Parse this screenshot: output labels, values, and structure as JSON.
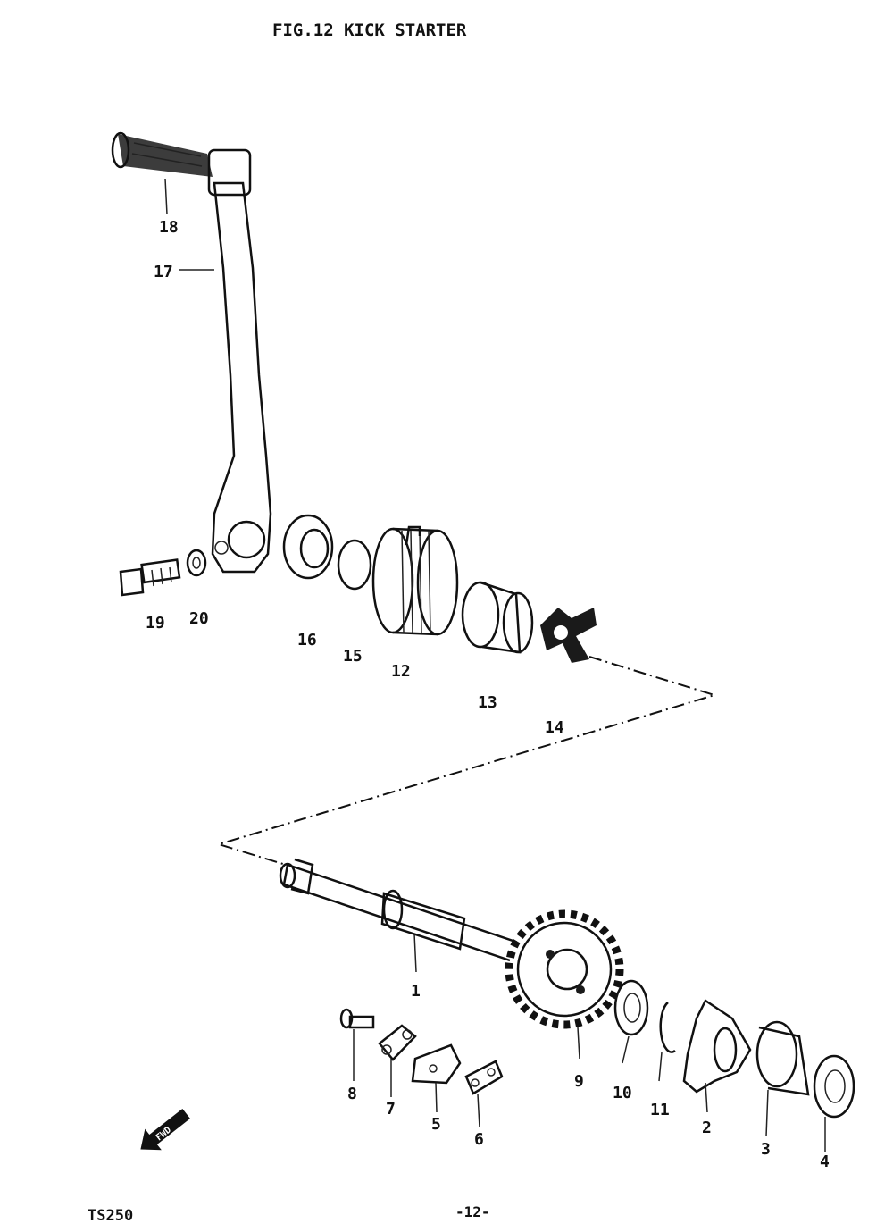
{
  "header": {
    "title": "FIG.12 KICK STARTER"
  },
  "footer": {
    "model": "TS250",
    "page": "-12-"
  },
  "parts": [
    {
      "num": "1"
    },
    {
      "num": "2"
    },
    {
      "num": "3"
    },
    {
      "num": "4"
    },
    {
      "num": "5"
    },
    {
      "num": "6"
    },
    {
      "num": "7"
    },
    {
      "num": "8"
    },
    {
      "num": "9"
    },
    {
      "num": "10"
    },
    {
      "num": "11"
    },
    {
      "num": "12"
    },
    {
      "num": "13"
    },
    {
      "num": "14"
    },
    {
      "num": "15"
    },
    {
      "num": "16"
    },
    {
      "num": "17"
    },
    {
      "num": "18"
    },
    {
      "num": "19"
    },
    {
      "num": "20"
    }
  ],
  "direction_arrow": {
    "text": "FWD",
    "icon": "forward-arrow-icon"
  },
  "colors": {
    "ink": "#111111",
    "paper": "#ffffff"
  }
}
